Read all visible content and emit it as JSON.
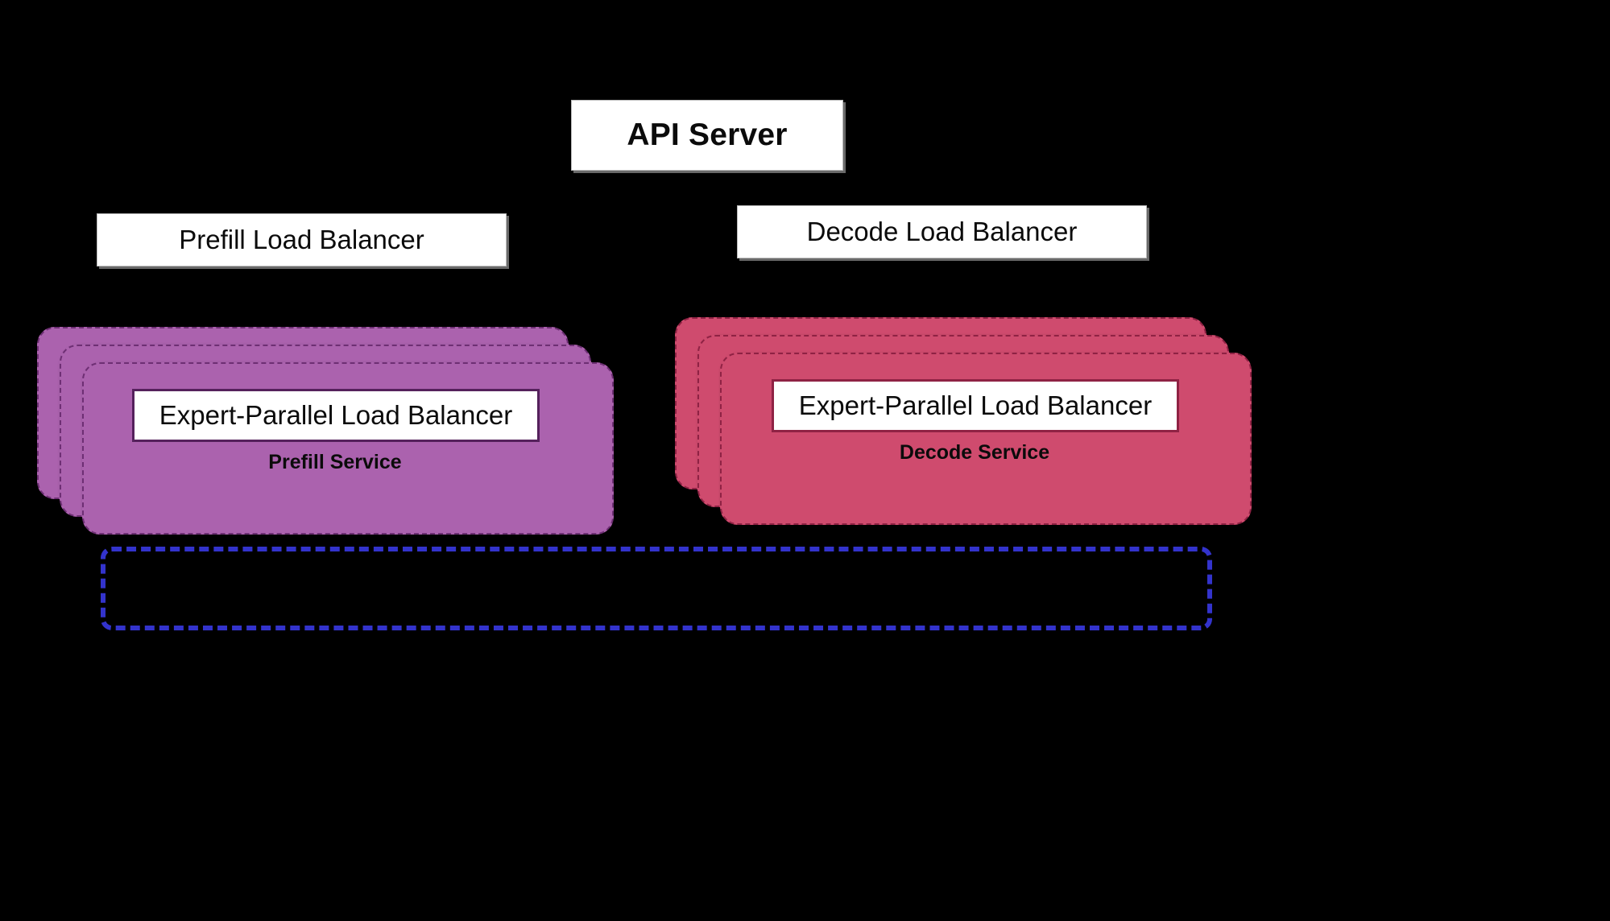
{
  "diagram": {
    "background_color": "#000000",
    "title_text": "",
    "nodes": {
      "api_server": {
        "label": "API Server",
        "fill": "#ffffff",
        "text_color": "#0b0b0b"
      },
      "prefill_load_balancer": {
        "label": "Prefill Load Balancer",
        "fill": "#ffffff",
        "text_color": "#0b0b0b"
      },
      "decode_load_balancer": {
        "label": "Decode Load Balancer",
        "fill": "#ffffff",
        "text_color": "#0b0b0b"
      },
      "prefill_service": {
        "caption": "Prefill Service",
        "inner_label": "Expert-Parallel Load Balancer",
        "fill": "#ab62ae",
        "border_color": "#6e2f74",
        "replica_count": 3
      },
      "decode_service": {
        "caption": "Decode Service",
        "inner_label": "Expert-Parallel Load Balancer",
        "fill": "#cf4b6e",
        "border_color": "#8f2244",
        "replica_count": 3
      },
      "bottom_container": {
        "label": "",
        "border_color": "#3333cc",
        "fill": "transparent"
      }
    },
    "edges": [
      {
        "from": "api_server",
        "to": "prefill_load_balancer",
        "style": "solid",
        "arrow": "end"
      },
      {
        "from": "api_server",
        "to": "decode_load_balancer",
        "style": "solid",
        "arrow": "end"
      },
      {
        "from": "prefill_load_balancer",
        "to": "prefill_service_replica_2",
        "style": "solid",
        "arrow": "end"
      },
      {
        "from": "prefill_load_balancer",
        "to": "prefill_service_replica_3",
        "style": "solid",
        "arrow": "end"
      },
      {
        "from": "decode_load_balancer",
        "to": "decode_service_replica_2",
        "style": "solid",
        "arrow": "end"
      },
      {
        "from": "decode_load_balancer",
        "to": "decode_service_replica_3",
        "style": "solid",
        "arrow": "end"
      }
    ]
  }
}
